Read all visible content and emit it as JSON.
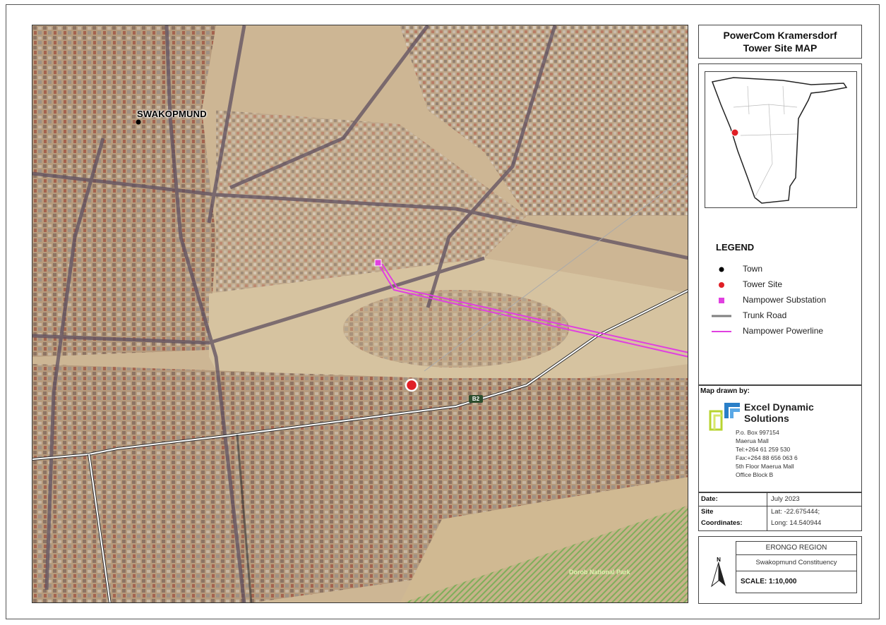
{
  "title": {
    "line1": "PowerCom Kramersdorf",
    "line2": "Tower Site  MAP"
  },
  "map_labels": {
    "town": "SWAKOPMUND",
    "park": "Dorob National Park",
    "road_number": "B2"
  },
  "legend": {
    "title": "LEGEND",
    "items": [
      {
        "label": "Town",
        "symbol": "dot",
        "color": "#000000"
      },
      {
        "label": "Tower Site",
        "symbol": "dot",
        "color": "#e01f26"
      },
      {
        "label": "Nampower Substation",
        "symbol": "square",
        "color": "#e040e0"
      },
      {
        "label": "Trunk Road",
        "symbol": "line",
        "color": "#808080"
      },
      {
        "label": "Nampower Powerline",
        "symbol": "line",
        "color": "#e040e0"
      }
    ]
  },
  "drawn_by": {
    "label": "Map drawn by:",
    "company_line1": "Excel Dynamic",
    "company_line2": "Solutions",
    "address": [
      "P.o. Box 997154",
      "Maerua Mall",
      "Tel:+264 61 259 530",
      "Fax:+264 88 656 063 6",
      "5th Floor Maerua Mall",
      "Office Block B"
    ]
  },
  "info": {
    "date_label": "Date:",
    "date_value": "July 2023",
    "site_label_1": "Site",
    "site_label_2": "Coordinates:",
    "lat": "Lat: -22.675444;",
    "long": "Long: 14.540944"
  },
  "region": {
    "title": "ERONGO REGION",
    "subtitle": "Swakopmund Constituency",
    "scale": "SCALE: 1:10,000"
  },
  "colors": {
    "powerline": "#e040e0",
    "tower": "#e01f26",
    "road": "#ffffff",
    "park_hatch": "#7fae5a"
  }
}
